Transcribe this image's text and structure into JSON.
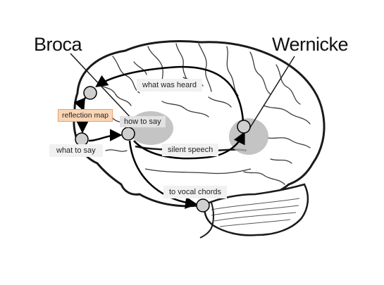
{
  "titles": {
    "broca": "Broca",
    "wernicke": "Wernicke"
  },
  "labels": {
    "what_was_heard": "what was heard",
    "reflection_map": "reflection map",
    "how_to_say": "how to say",
    "what_to_say": "what to say",
    "silent_speech": "silent speech",
    "to_vocal_chords": "to vocal chords"
  },
  "colors": {
    "node_fill": "#cfcfcf",
    "region_fill": "#b5b5b5",
    "reflection_map_fill": "#fbd5b5",
    "arrow": "#000000"
  }
}
